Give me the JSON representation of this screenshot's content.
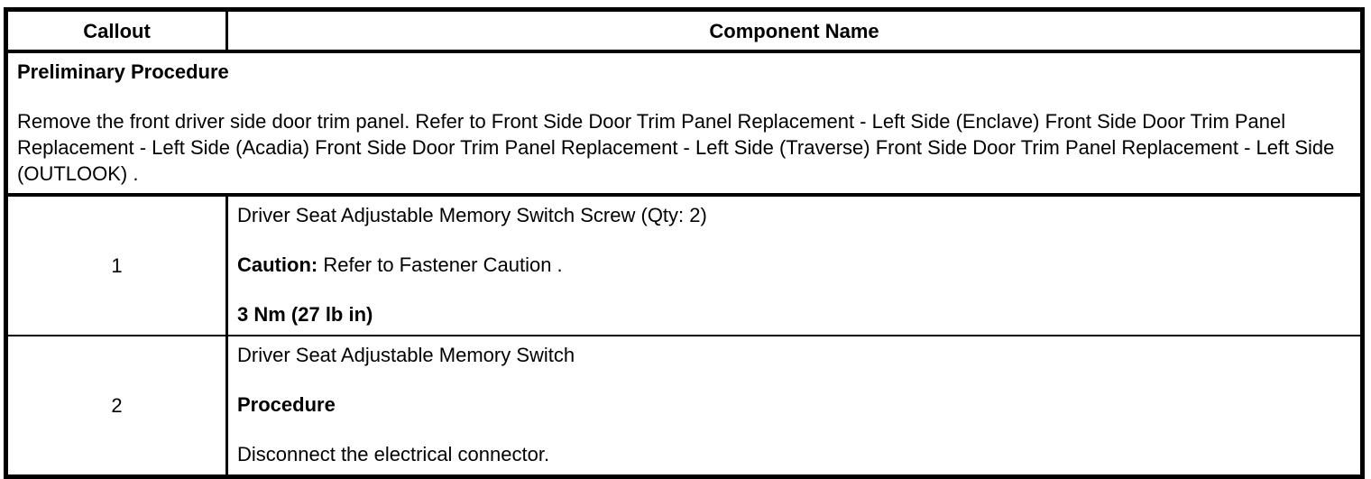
{
  "table": {
    "headers": {
      "callout": "Callout",
      "component": "Component Name"
    },
    "preliminary": {
      "title": "Preliminary Procedure",
      "body": "Remove the front driver side door trim panel. Refer to Front Side Door Trim Panel Replacement - Left Side (Enclave) Front Side Door Trim Panel Replacement - Left Side (Acadia) Front Side Door Trim Panel Replacement - Left Side (Traverse) Front Side Door Trim Panel Replacement - Left Side (OUTLOOK) ."
    },
    "rows": [
      {
        "callout": "1",
        "name": "Driver Seat Adjustable Memory Switch Screw (Qty: 2)",
        "caution_label": "Caution:",
        "caution_text": " Refer to Fastener Caution .",
        "torque": "3 Nm (27 lb in)"
      },
      {
        "callout": "2",
        "name": "Driver Seat Adjustable Memory Switch",
        "procedure_label": "Procedure",
        "procedure_text": "Disconnect the electrical connector."
      }
    ]
  }
}
